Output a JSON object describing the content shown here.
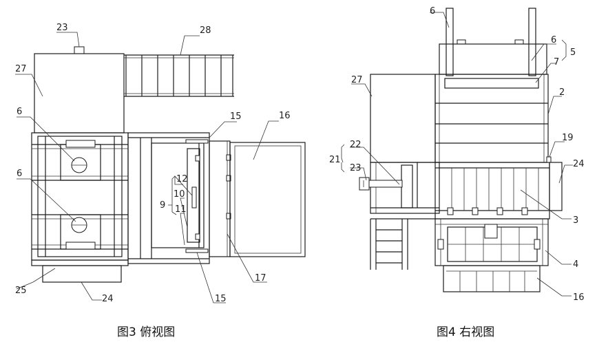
{
  "figures": [
    {
      "caption": "图3 俯视图",
      "labels": [
        "23",
        "28",
        "27",
        "6",
        "15",
        "16",
        "6",
        "12",
        "9",
        "10",
        "11",
        "25",
        "24",
        "15",
        "17"
      ]
    },
    {
      "caption": "图4 右视图",
      "labels": [
        "6",
        "6",
        "5",
        "7",
        "27",
        "2",
        "22",
        "21",
        "19",
        "23",
        "24",
        "3",
        "4",
        "16"
      ]
    }
  ]
}
